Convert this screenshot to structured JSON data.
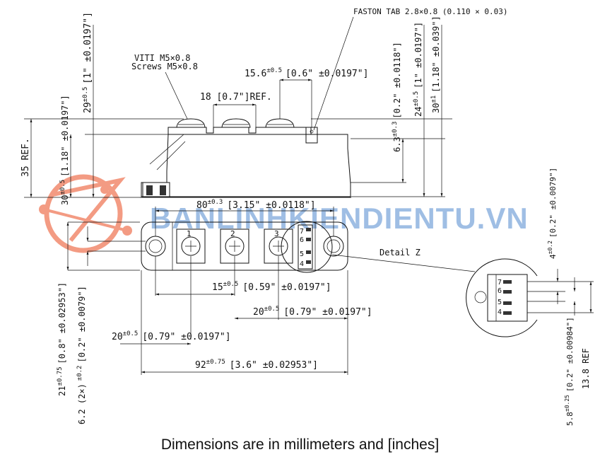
{
  "caption": "Dimensions are in millimeters and [inches]",
  "watermark": {
    "text": "BANLINHKIENDIENTU.VN",
    "color": "#7fa9dc",
    "logo_color": "#f07a5a"
  },
  "labels": {
    "faston": "FASTON TAB 2.8×0.8 (0.110 × 0.03)",
    "viti": "VITI M5×0.8",
    "screws": "Screws M5×0.8",
    "dim_15_6": "15.6",
    "tol_15_6": "±0.5",
    "inch_15_6": "[0.6\" ±0.0197\"]",
    "dim_18": "18 [0.7\"]REF.",
    "dim_29": "29",
    "tol_29": "±0.5",
    "inch_29": "[1\" ±0.0197\"]",
    "dim_35": "35 REF.",
    "dim_30l": "30",
    "tol_30l": "±0.5",
    "inch_30l": "[1.18\" ±0.0197\"]",
    "dim_6_3": "6.3",
    "tol_6_3": "±0.3",
    "inch_6_3": "[0.2\" ±0.0118\"]",
    "dim_24": "24",
    "tol_24": "±0.5",
    "inch_24": "[1\" ±0.0197\"]",
    "dim_30r": "30",
    "tol_30r": "±1",
    "inch_30r": "[1.18\" ±0.039\"]",
    "dim_80": "80",
    "tol_80": "±0.3",
    "inch_80": "[3.15\" ±0.0118\"]",
    "dim_15": "15",
    "tol_15": "±0.5",
    "inch_15": "[0.59\" ±0.0197\"]",
    "dim_20a": "20",
    "tol_20a": "±0.5",
    "inch_20a": "[0.79\" ±0.0197\"]",
    "dim_20b": "20",
    "tol_20b": "±0.5",
    "inch_20b": "[0.79\" ±0.0197\"]",
    "dim_92": "92",
    "tol_92": "±0.75",
    "inch_92": "[3.6\" ±0.02953\"]",
    "dim_21": "21",
    "tol_21": "±0.75",
    "inch_21": "[0.8\" ±0.02953\"]",
    "dim_6_2": "6.2 (2×)",
    "tol_6_2": "±0.2",
    "inch_6_2": "[0.2\" ±0.0079\"]",
    "detail_z": "Detail Z",
    "dim_4": "4",
    "tol_4": "±0.2",
    "inch_4": "[0.2\" ±0.0079\"]",
    "dim_5_8": "5.8",
    "tol_5_8": "±0.25",
    "inch_5_8": "[0.2\" ±0.00984\"]",
    "dim_13_8": "13.8 REF",
    "term_1": "1",
    "term_2": "2",
    "term_3": "3",
    "pin_7": "7",
    "pin_6": "6",
    "pin_5": "5",
    "pin_4": "4"
  }
}
